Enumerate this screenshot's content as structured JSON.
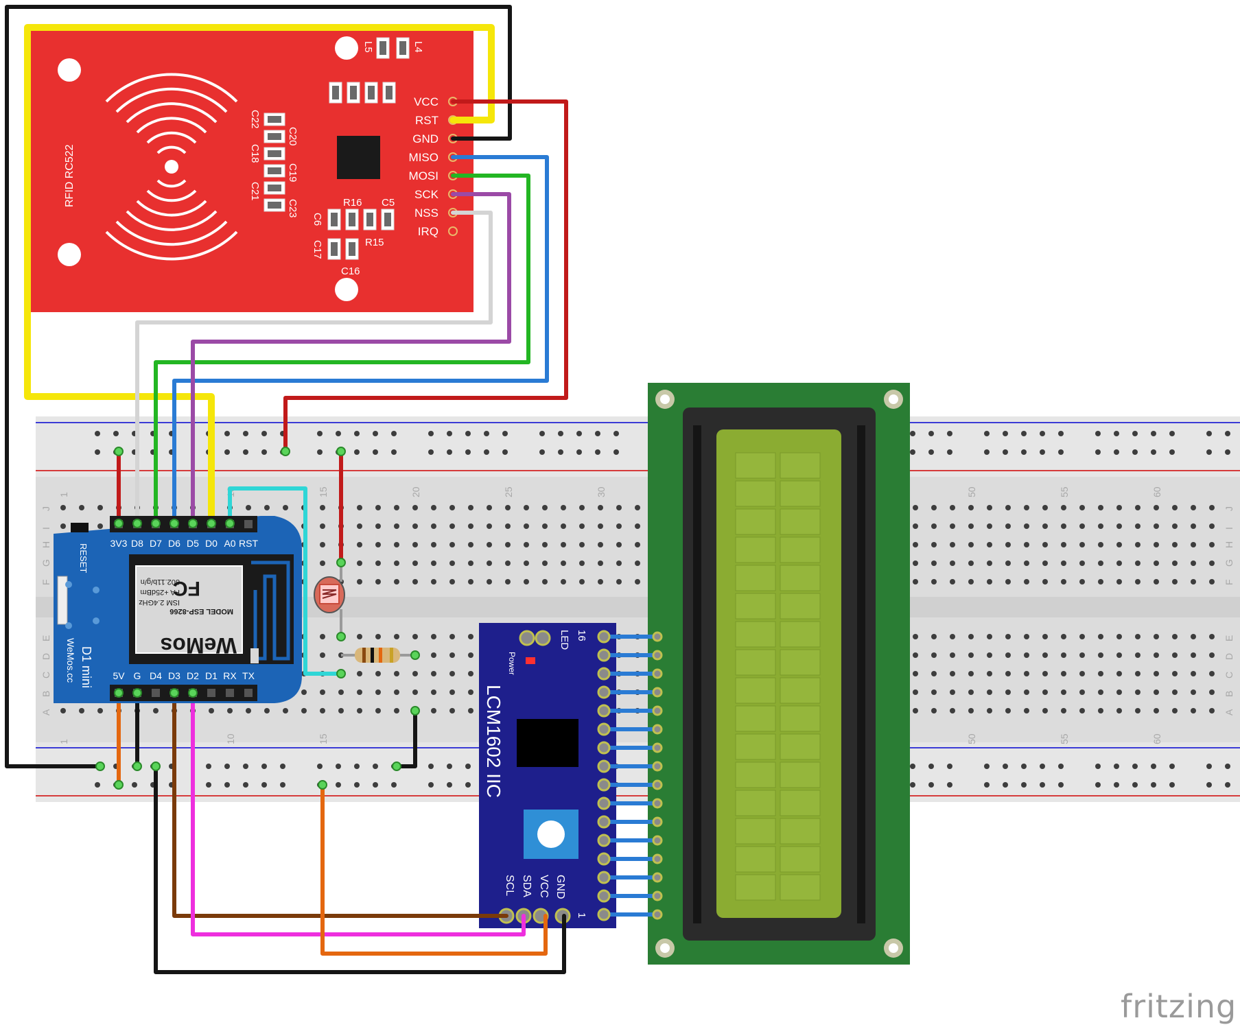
{
  "rfid": {
    "model": "RFID RC522",
    "pins": [
      "VCC",
      "RST",
      "GND",
      "MISO",
      "MOSI",
      "SCK",
      "NSS",
      "IRQ"
    ],
    "components": [
      "L4",
      "L5",
      "C22",
      "C20",
      "C18",
      "C19",
      "C21",
      "C23",
      "R16",
      "C5",
      "C6",
      "C17",
      "R15",
      "C16"
    ]
  },
  "wemos": {
    "top_pins": [
      "3V3",
      "D8",
      "D7",
      "D6",
      "D5",
      "D0",
      "A0",
      "RST"
    ],
    "bottom_pins": [
      "5V",
      "G",
      "D4",
      "D3",
      "D2",
      "D1",
      "RX",
      "TX"
    ],
    "reset_label": "RESET",
    "name_line1": "D1 mini",
    "name_line2": "WeMos.cc",
    "brand": "WeMos",
    "module": "MODEL  ESP-8266",
    "spec1": "ISM 2.4GHz",
    "spec2": "PA +25dBm",
    "spec3": "802.11b/g/n",
    "fcc": "FC"
  },
  "breadboard": {
    "col_numbers": [
      "1",
      "10",
      "15",
      "20",
      "25",
      "30",
      "50",
      "55",
      "60"
    ],
    "row_letters_top": [
      "J",
      "I",
      "H",
      "G",
      "F"
    ],
    "row_letters_bottom": [
      "E",
      "D",
      "C",
      "B",
      "A"
    ]
  },
  "i2c": {
    "title": "LCM1602 IIC",
    "pins": [
      "GND",
      "VCC",
      "SDA",
      "SCL"
    ],
    "led_label": "LED",
    "pin16": "16",
    "pin1": "1",
    "power_label": "Power"
  },
  "colors": {
    "rfid_board": "#e8302f",
    "wemos_board": "#1c64b6",
    "i2c_board": "#1e1f8c",
    "lcd_pcb": "#2a7d34",
    "lcd_screen": "#8bac32",
    "wire_red": "#c11a1a",
    "wire_yellow": "#f5e60a",
    "wire_black": "#151515",
    "wire_blue": "#2a7bd4",
    "wire_green": "#23b623",
    "wire_purple": "#9b4aa6",
    "wire_white": "#d4d4d4",
    "wire_cyan": "#2fd6d6",
    "wire_orange": "#e4670f",
    "wire_brown": "#7a3a0a",
    "wire_magenta": "#ee2fde"
  },
  "footer": {
    "brand": "fritzing"
  }
}
